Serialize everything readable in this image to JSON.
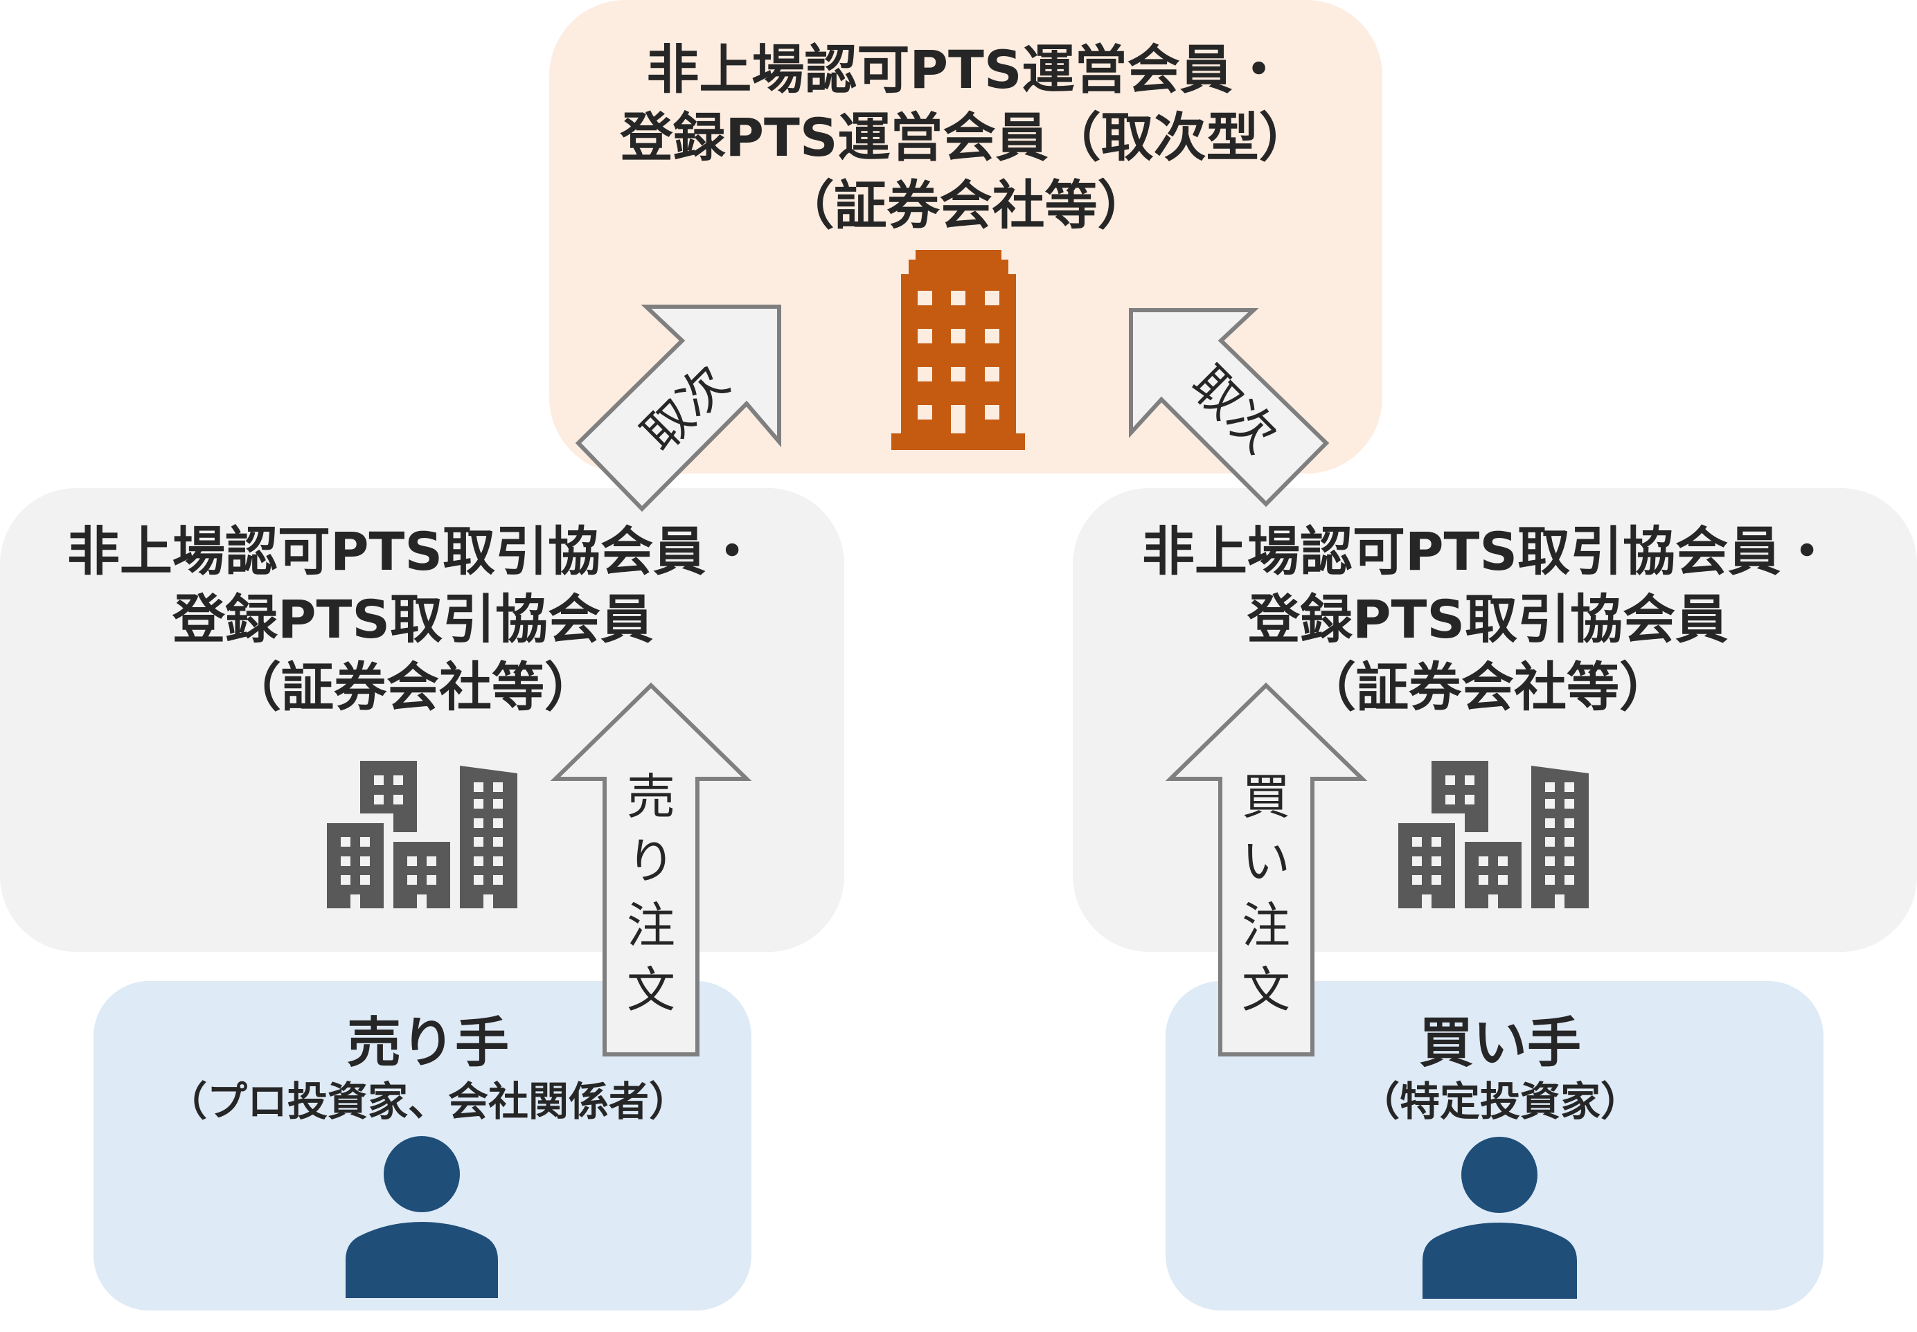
{
  "colors": {
    "operator_bg": "#FDECE0",
    "member_bg": "#F2F2F2",
    "investor_bg": "#DEEAF6",
    "operator_building": "#C55A11",
    "member_buildings": "#595959",
    "person_icon": "#1F4E79",
    "arrow_fill": "#F2F2F2",
    "arrow_stroke": "#7F7F7F",
    "text": "#262626"
  },
  "operator": {
    "title_lines": [
      "非上場認可PTS運営会員・",
      "登録PTS運営会員（取次型）",
      "（証券会社等）"
    ],
    "icon": "office-tower-icon"
  },
  "member_left": {
    "title_lines": [
      "非上場認可PTS取引協会員・",
      "登録PTS取引協会員",
      "（証券会社等）"
    ],
    "icon": "buildings-icon"
  },
  "member_right": {
    "title_lines": [
      "非上場認可PTS取引協会員・",
      "登録PTS取引協会員",
      "（証券会社等）"
    ],
    "icon": "buildings-icon"
  },
  "seller": {
    "role": "売り手",
    "subtitle": "（プロ投資家、会社関係者）",
    "icon": "person-icon"
  },
  "buyer": {
    "role": "買い手",
    "subtitle": "（特定投資家）",
    "icon": "person-icon"
  },
  "arrows": {
    "sell_order": [
      "売",
      "り",
      "注",
      "文"
    ],
    "buy_order": [
      "買",
      "い",
      "注",
      "文"
    ],
    "relay_left": "取次",
    "relay_right": "取次"
  }
}
